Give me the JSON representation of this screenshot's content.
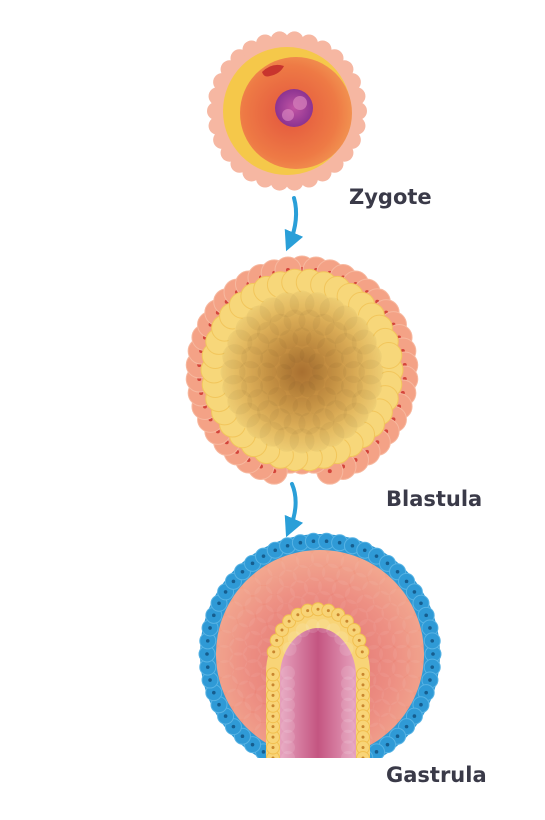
{
  "diagram": {
    "stages": [
      {
        "id": "zygote",
        "label": "Zygote"
      },
      {
        "id": "blastula",
        "label": "Blastula"
      },
      {
        "id": "gastrula",
        "label": "Gastrula"
      }
    ],
    "colors": {
      "arrow": "#2a9fd8",
      "label": "#3a3a48",
      "zygote_membrane": "#f6b7a2",
      "zygote_yolk": "#f5c84a",
      "zygote_cytoplasm": "#ee7a45",
      "zygote_nucleus": "#9c3a9a",
      "blastula_outer_cells": "#f4a286",
      "blastula_cell_nucleus": "#d4453b",
      "blastula_inner": "#f7d77a",
      "blastula_core": "#b98238",
      "gastrula_ectoderm": "#2f9ad6",
      "gastrula_ectoderm_nucleus": "#165d8e",
      "gastrula_mesoderm": "#ee8d7a",
      "gastrula_endoderm": "#f8d477",
      "gastrula_archenteron": "#c75b86"
    }
  }
}
